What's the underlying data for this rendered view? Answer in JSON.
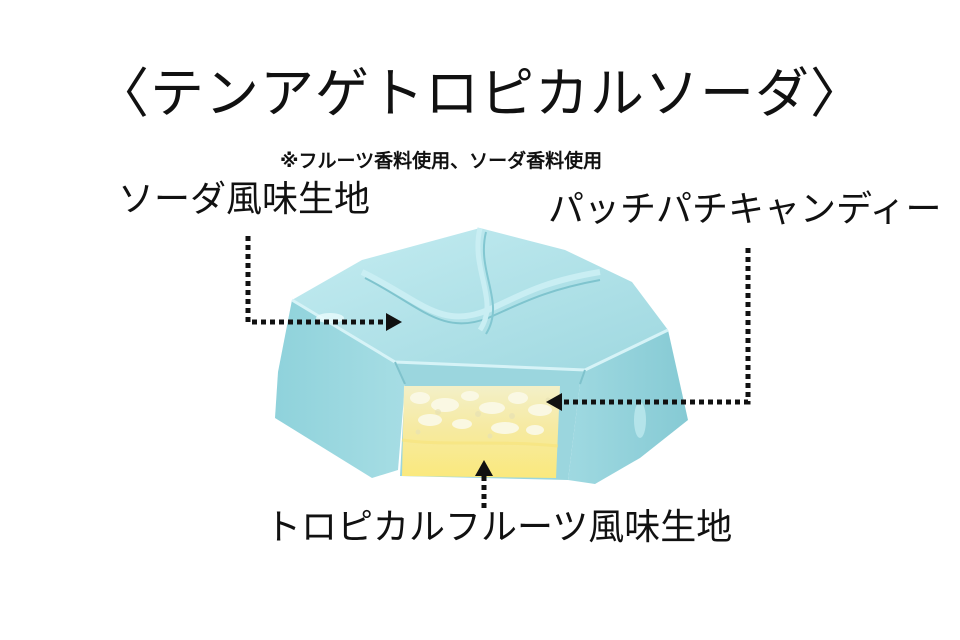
{
  "title": "〈テンアゲトロピカルソーダ〉",
  "note": "※フルーツ香料使用、ソーダ香料使用",
  "labels": {
    "soda_dough": "ソーダ風味生地",
    "candy": "パッチパチキャンディー",
    "tropical_dough": "トロピカルフルーツ風味生地"
  },
  "colors": {
    "chocolate_top": "#a9dfe6",
    "chocolate_side": "#8fd0d9",
    "filling": "#f8ec8c",
    "arrow": "#111111"
  }
}
